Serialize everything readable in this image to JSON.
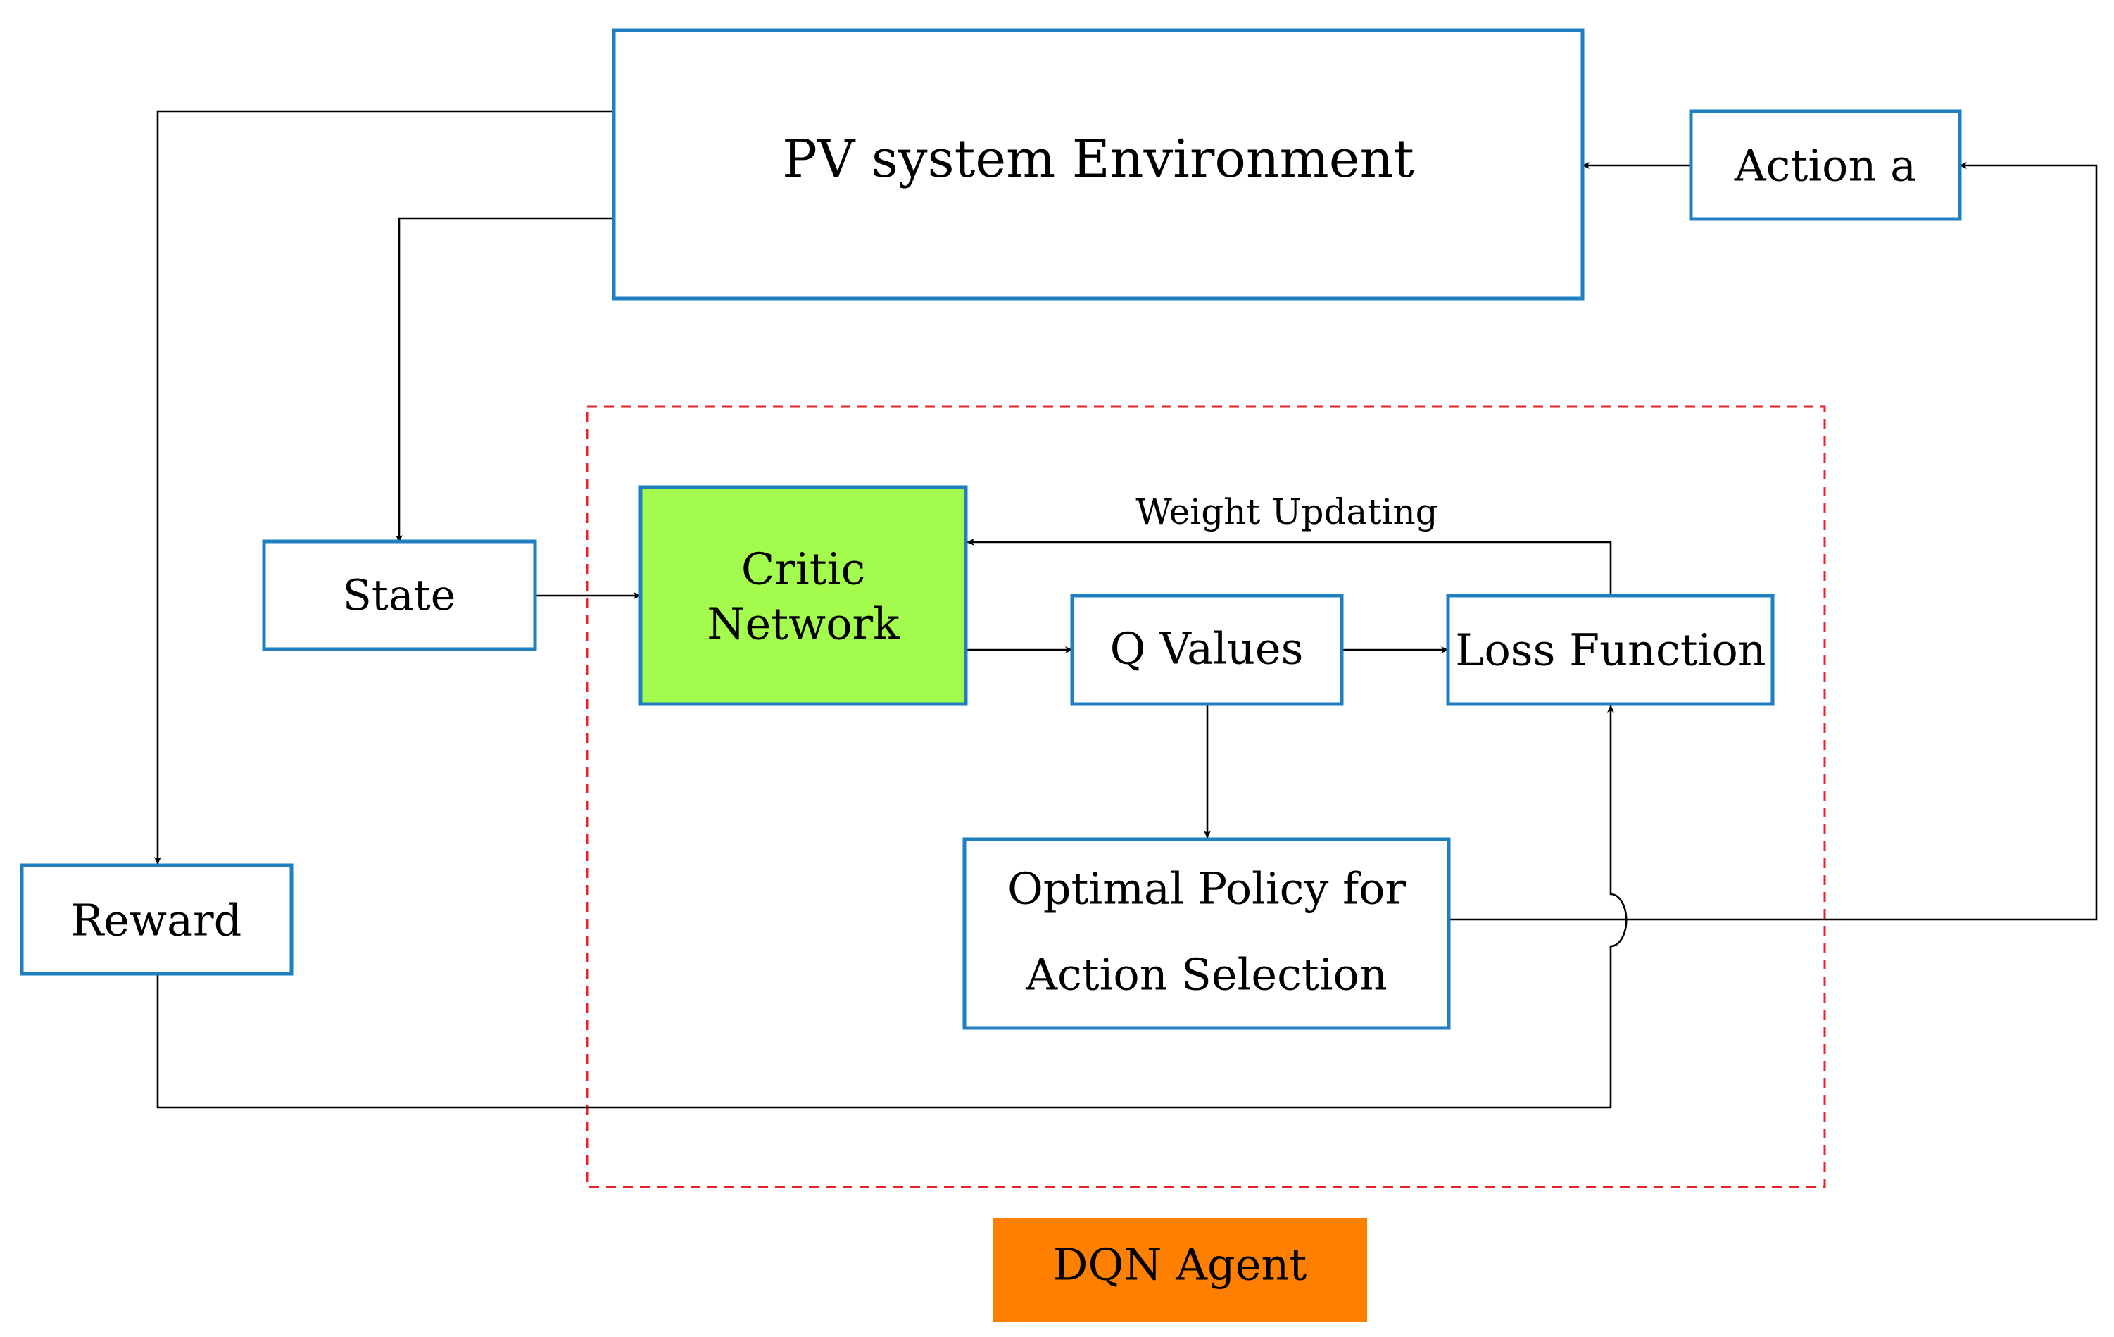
{
  "nodes": {
    "environment": "PV system Environment",
    "action": "Action a",
    "state": "State",
    "critic_line1": "Critic",
    "critic_line2": "Network",
    "q_values": "Q Values",
    "loss_function": "Loss Function",
    "policy_line1": "Optimal Policy for",
    "policy_line2": "Action Selection",
    "reward": "Reward",
    "agent": "DQN Agent"
  },
  "edges": {
    "weight_updating": "Weight Updating"
  },
  "colors": {
    "box_border": "#1f7fc1",
    "critic_fill": "#a3fc4d",
    "agent_fill": "#ff8000",
    "region_border": "#e8212a",
    "line": "#000000"
  }
}
